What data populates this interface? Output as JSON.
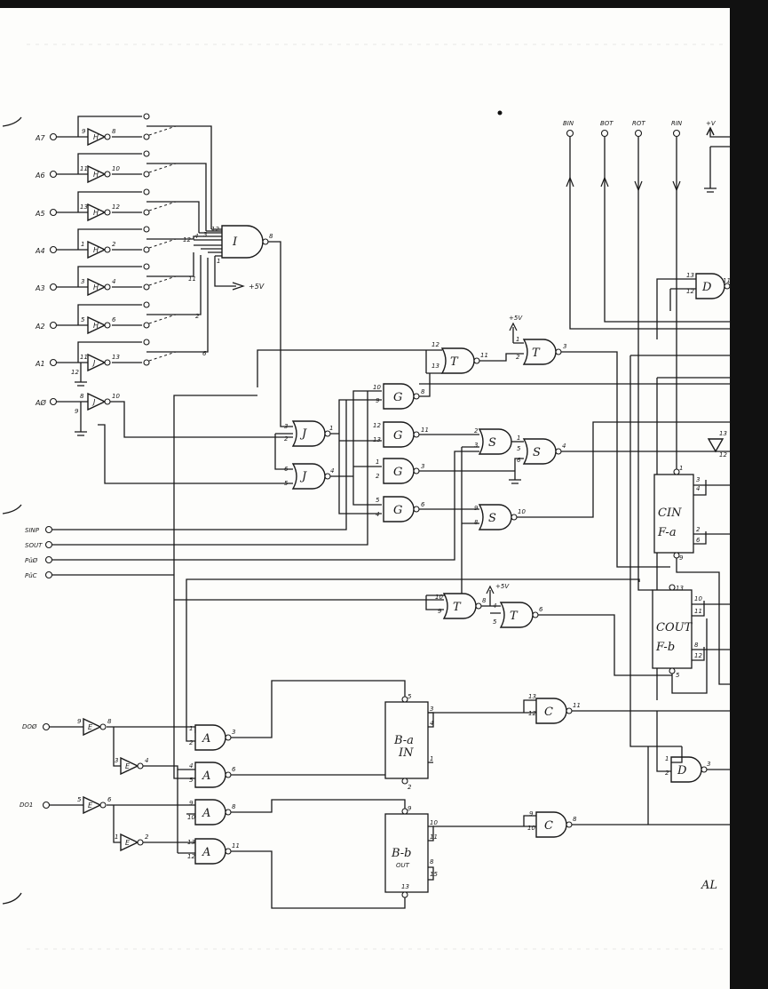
{
  "top_signals": [
    "BIN",
    "BOT",
    "ROT",
    "RIN",
    "+V"
  ],
  "addr_inputs": [
    "A7",
    "A6",
    "A5",
    "A4",
    "A3",
    "A2",
    "A1",
    "AØ"
  ],
  "ctrl_inputs": [
    "SINP",
    "SOUT",
    "PüØ",
    "PüC"
  ],
  "data_inputs": [
    "DOØ",
    "DO1"
  ],
  "supply": "+5V",
  "gate_letters": {
    "h": "H",
    "i": "I",
    "j": "J",
    "g": "G",
    "t": "T",
    "s": "S",
    "a": "A",
    "e": "E",
    "c": "C",
    "d": "D"
  },
  "ff_labels": {
    "cin1": "CIN",
    "cin2": "F-a",
    "cout1": "COUT",
    "cout2": "F-b",
    "bin1": "B-a",
    "bin2": "IN",
    "bout1": "B-b",
    "bout2": "OUT"
  },
  "pins": {
    "h1": [
      "9",
      "8"
    ],
    "h2": [
      "11",
      "10"
    ],
    "h3": [
      "13",
      "12"
    ],
    "h4": [
      "1",
      "2"
    ],
    "h5": [
      "3",
      "4"
    ],
    "h6": [
      "5",
      "6"
    ],
    "j1": [
      "11",
      "13",
      "12"
    ],
    "j2": [
      "8",
      "10",
      "9"
    ],
    "i": [
      "12",
      "4",
      "3",
      "12",
      "8",
      "11",
      "2",
      "6",
      "1"
    ],
    "jx": [
      "3",
      "2",
      "1",
      "6",
      "5",
      "4"
    ],
    "g": [
      "10",
      "9",
      "8",
      "12",
      "13",
      "11",
      "1",
      "2",
      "3",
      "5",
      "4",
      "6"
    ],
    "t1": [
      "12",
      "13",
      "11",
      "1",
      "2",
      "3"
    ],
    "s": [
      "2",
      "3",
      "1",
      "5",
      "6",
      "4",
      "9",
      "8",
      "10"
    ],
    "t2": [
      "10",
      "9",
      "8",
      "4",
      "5",
      "6"
    ],
    "d1": [
      "13",
      "12",
      "11"
    ],
    "cin": [
      "1",
      "3",
      "2",
      "4",
      "6",
      "9"
    ],
    "cout": [
      "13",
      "10",
      "11",
      "8",
      "12",
      "5"
    ],
    "c": [
      "13",
      "12",
      "11",
      "9",
      "10",
      "8"
    ],
    "d2": [
      "1",
      "2",
      "3"
    ],
    "ea": [
      "9",
      "8",
      "3",
      "4",
      "5",
      "6",
      "1",
      "2"
    ],
    "aa": [
      "1",
      "2",
      "3",
      "4",
      "5",
      "6",
      "9",
      "10",
      "8",
      "13",
      "12",
      "11"
    ],
    "ba": [
      "5",
      "3",
      "4",
      "1",
      "2"
    ],
    "bb": [
      "9",
      "10",
      "11",
      "8",
      "13",
      "15"
    ],
    "misc": [
      "13",
      "12"
    ]
  },
  "partial_text": "AL"
}
